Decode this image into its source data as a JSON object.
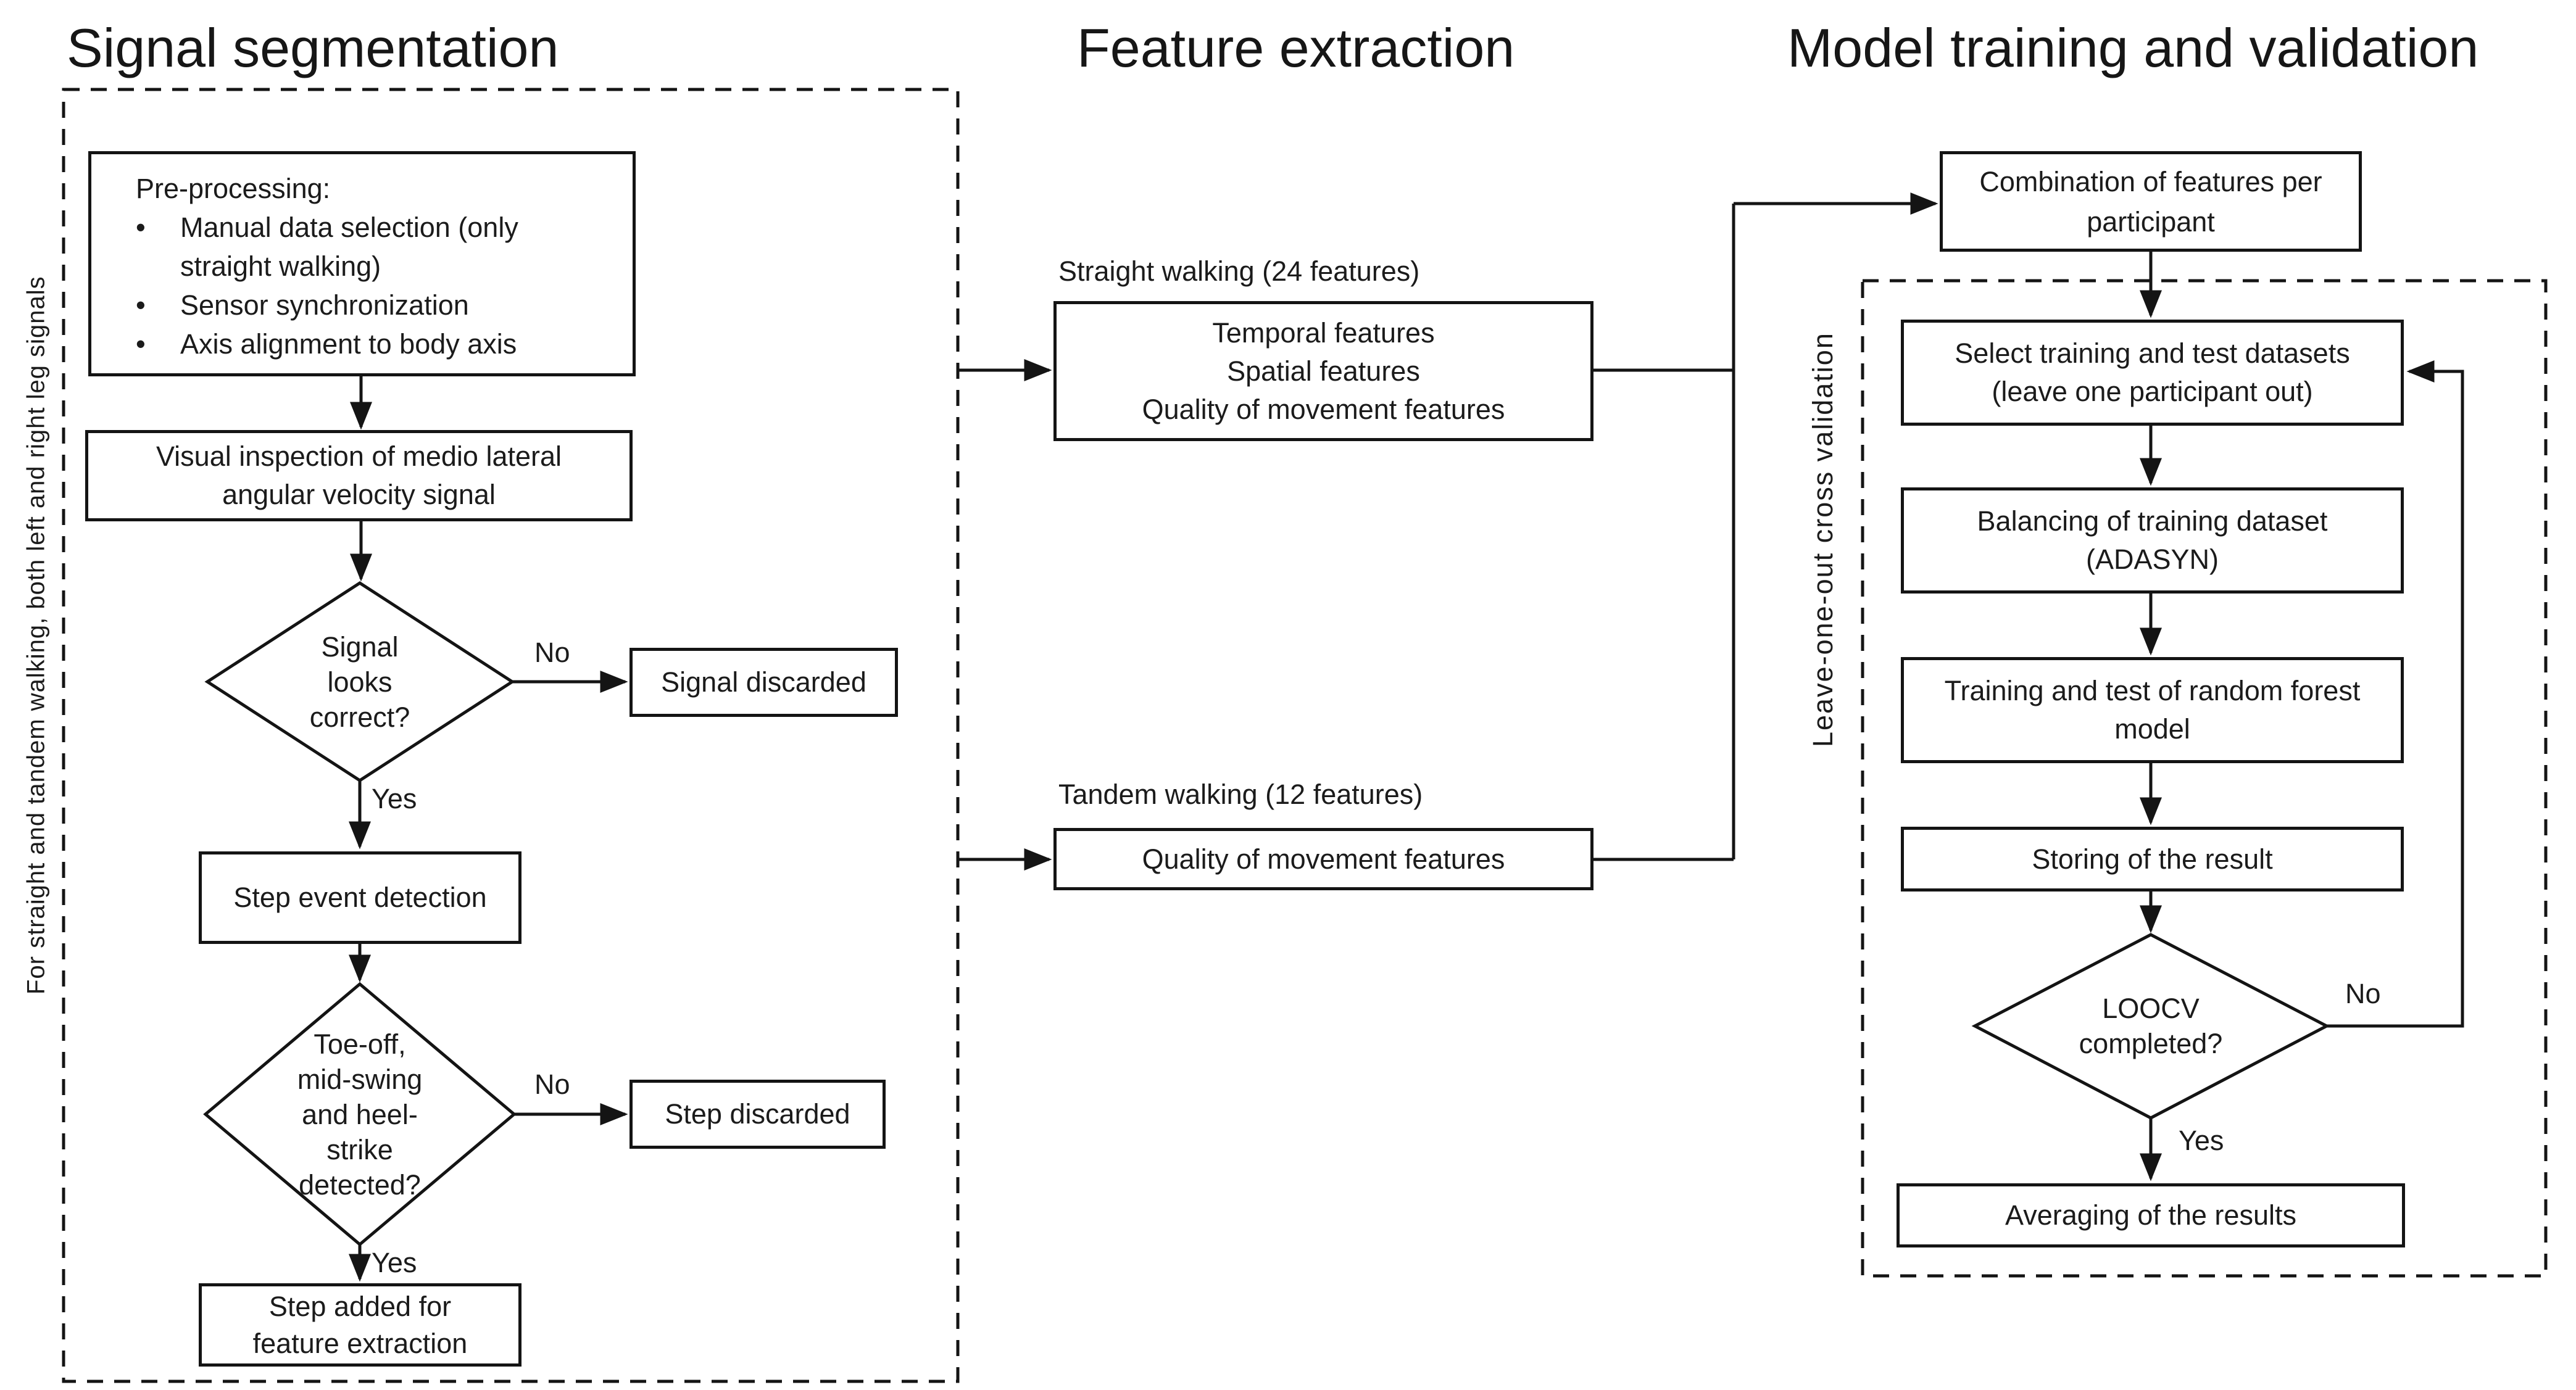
{
  "titles": {
    "left": "Signal segmentation",
    "middle": "Feature extraction",
    "right": "Model training and validation"
  },
  "left_section": {
    "side_label": "For straight and tandem walking, both left and right leg signals",
    "preprocessing": {
      "heading": "Pre-processing:",
      "bullet_glyph": "•",
      "bullets": [
        "Manual data selection (only straight walking)",
        "Sensor synchronization",
        "Axis alignment to body axis"
      ]
    },
    "visual_inspection": {
      "lines": [
        "Visual inspection of medio lateral",
        "angular velocity signal"
      ]
    },
    "decision_signal": {
      "lines": [
        "Signal",
        "looks",
        "correct?"
      ],
      "no_label": "No",
      "yes_label": "Yes"
    },
    "signal_discarded": "Signal discarded",
    "step_event": "Step event detection",
    "decision_step": {
      "lines": [
        "Toe-off,",
        "mid-swing",
        "and heel-",
        "strike",
        "detected?"
      ],
      "no_label": "No",
      "yes_label": "Yes"
    },
    "step_discarded": "Step discarded",
    "step_added": {
      "lines": [
        "Step added for",
        "feature extraction"
      ]
    }
  },
  "middle_section": {
    "straight_label": "Straight walking (24 features)",
    "straight_box": {
      "lines": [
        "Temporal features",
        "Spatial features",
        "Quality of movement features"
      ]
    },
    "tandem_label": "Tandem walking (12 features)",
    "tandem_box": "Quality of movement features"
  },
  "right_section": {
    "combination": {
      "lines": [
        "Combination of features per",
        "participant"
      ]
    },
    "loocv_side_label": "Leave-one-out cross validation",
    "select_box": {
      "lines": [
        "Select training and test datasets",
        "(leave one participant out)"
      ]
    },
    "balancing_box": {
      "lines": [
        "Balancing of training dataset",
        "(ADASYN)"
      ]
    },
    "training_box": {
      "lines": [
        "Training and test of random forest",
        "model"
      ]
    },
    "storing_box": "Storing of the result",
    "decision_loocv": {
      "lines": [
        "LOOCV",
        "completed?"
      ],
      "no_label": "No",
      "yes_label": "Yes"
    },
    "averaging_box": "Averaging of the results"
  },
  "colors": {
    "ink": "#141414",
    "text": "#1b1b1b",
    "background": "#ffffff"
  }
}
